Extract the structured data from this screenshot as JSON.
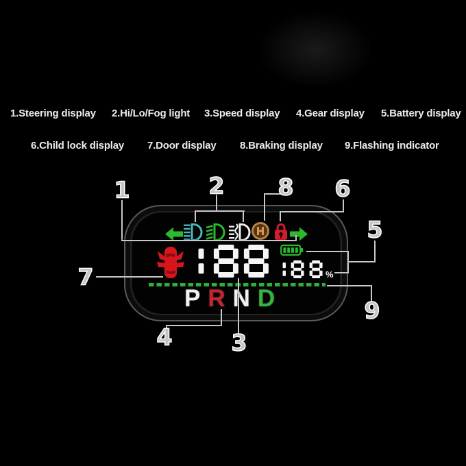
{
  "legend": {
    "row1": [
      "1.Steering display",
      "2.Hi/Lo/Fog light",
      "3.Speed display",
      "4.Gear display",
      "5.Battery display"
    ],
    "row2": [
      "6.Child lock display",
      "7.Door display",
      "8.Braking display",
      "9.Flashing indicator"
    ]
  },
  "callouts": {
    "c1": "1",
    "c2": "2",
    "c3": "3",
    "c4": "4",
    "c5": "5",
    "c6": "6",
    "c7": "7",
    "c8": "8",
    "c9": "9"
  },
  "hud": {
    "speed": "188",
    "battery_percent": "188",
    "percent_sign": "%",
    "gears": [
      {
        "letter": "P",
        "color": "#f0f0f0"
      },
      {
        "letter": "R",
        "color": "#c8232f"
      },
      {
        "letter": "N",
        "color": "#f0f0f0"
      },
      {
        "letter": "D",
        "color": "#35b43c"
      }
    ],
    "icons": [
      "turn-left-icon",
      "high-beam-icon",
      "low-beam-icon",
      "fog-light-icon",
      "parking-brake-icon",
      "child-lock-icon",
      "turn-right-icon",
      "door-open-car-icon",
      "battery-icon"
    ]
  },
  "colors": {
    "green": "#2db92d",
    "dash_green": "#2fae3a",
    "cyan": "#49b8ba",
    "white_icon": "#eeeeee",
    "red_lock": "#d01f2a",
    "car_red": "#d6161d",
    "car_dark": "#8f0d12",
    "brake_ring": "#b5834a",
    "brake_fill": "#5a3310",
    "brake_h": "#cf9a55",
    "digit_white": "#f5f5f5",
    "line_gray": "#c9c9c9"
  }
}
